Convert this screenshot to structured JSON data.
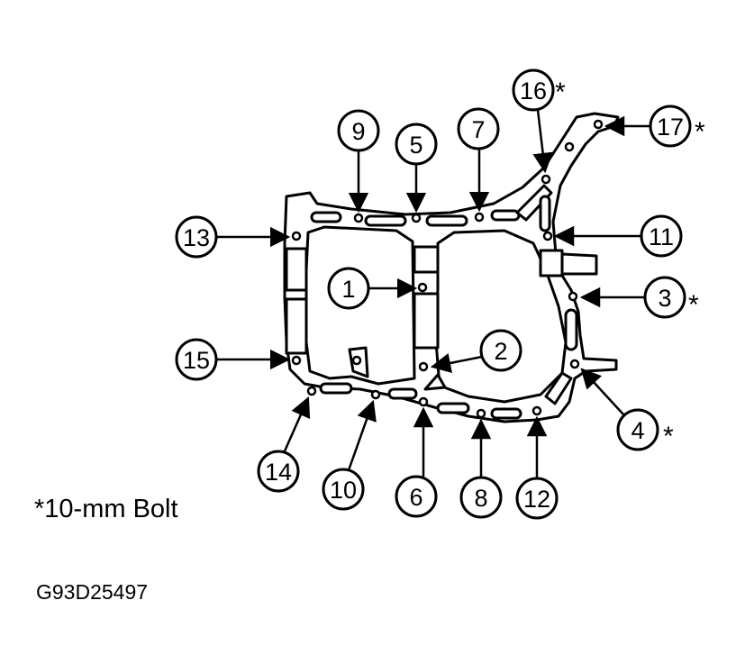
{
  "diagram": {
    "callouts": [
      {
        "num": "1",
        "star": false
      },
      {
        "num": "2",
        "star": false
      },
      {
        "num": "3",
        "star": true
      },
      {
        "num": "4",
        "star": true
      },
      {
        "num": "5",
        "star": false
      },
      {
        "num": "6",
        "star": false
      },
      {
        "num": "7",
        "star": false
      },
      {
        "num": "8",
        "star": false
      },
      {
        "num": "9",
        "star": false
      },
      {
        "num": "10",
        "star": false
      },
      {
        "num": "11",
        "star": false
      },
      {
        "num": "12",
        "star": false
      },
      {
        "num": "13",
        "star": false
      },
      {
        "num": "14",
        "star": false
      },
      {
        "num": "15",
        "star": false
      },
      {
        "num": "16",
        "star": true
      },
      {
        "num": "17",
        "star": true
      }
    ],
    "star_symbol": "*",
    "note": "*10-mm Bolt",
    "figure_code": "G93D25497"
  }
}
